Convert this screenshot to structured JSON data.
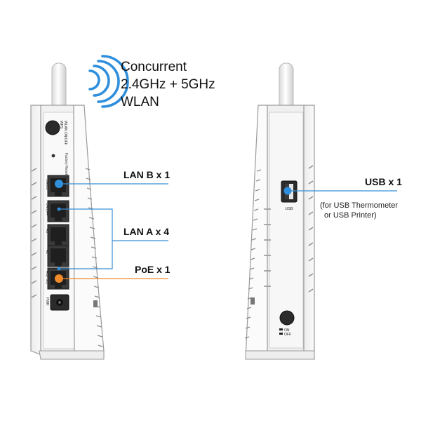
{
  "headline": {
    "line1": "Concurrent",
    "line2": "2.4GHz + 5GHz",
    "line3": "WLAN"
  },
  "front": {
    "callouts": {
      "lan_b": "LAN B x 1",
      "lan_a": "LAN A x 4",
      "poe": "PoE x 1"
    },
    "port_labels": {
      "wlan": "WLAN ON/OFF",
      "wps": "WPS",
      "reset": "Factory Reset",
      "lan_b": "LAN B",
      "a4": "LAN A4",
      "a3": "A3",
      "a2": "A2",
      "a1": "A1(PoE)",
      "pwr": "PWR"
    }
  },
  "back": {
    "callouts": {
      "usb": "USB x 1",
      "usb_note_line1": "(for USB Thermometer",
      "usb_note_line2": "or USB Printer)"
    },
    "port_labels": {
      "usb": "USB",
      "on": "ON",
      "off": "OFF"
    }
  },
  "colors": {
    "wifi_blue": "#2f8fdc",
    "line_blue": "#3a8fd6",
    "poe_orange": "#f08a2a",
    "body_white": "#f7f7f7",
    "outline_gray": "#9a9a9a"
  }
}
